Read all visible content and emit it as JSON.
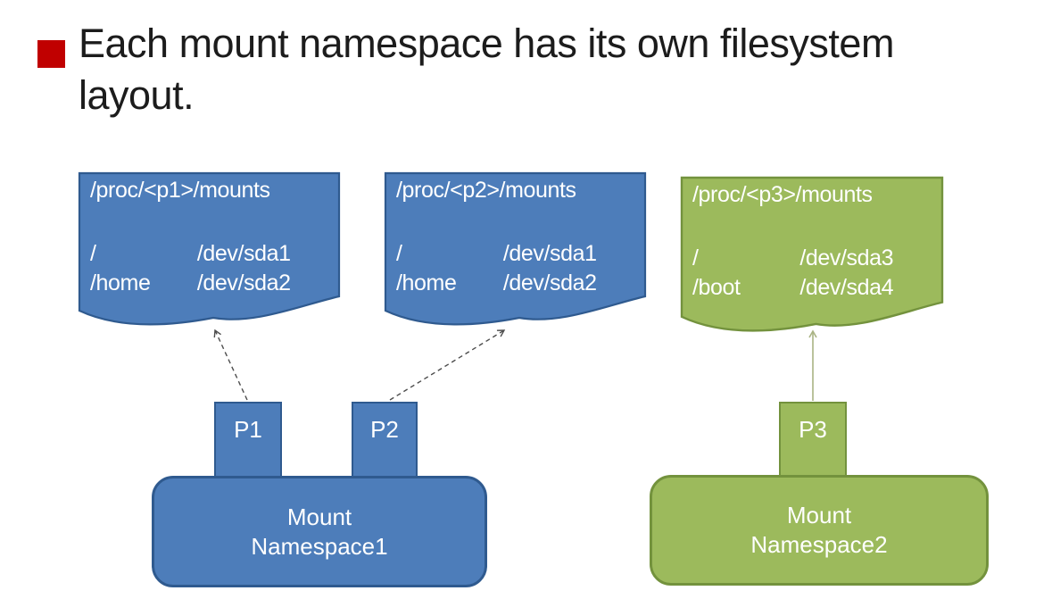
{
  "slide": {
    "title_lines": [
      "Each mount namespace has its own filesystem",
      "layout."
    ]
  },
  "colors": {
    "background": "#ffffff",
    "bullet": "#c00000",
    "title_text": "#1c1c1c",
    "blue_fill": "#4d7dba",
    "blue_border": "#2f5a8f",
    "green_fill": "#9cba5c",
    "green_border": "#73923d",
    "doc_text": "#ffffff",
    "arrow_dark": "#4d4d4d",
    "arrow_light": "#a9b383"
  },
  "documents": [
    {
      "title": "/proc/<p1>/mounts",
      "rows": [
        [
          "/",
          "/dev/sda1"
        ],
        [
          "/home",
          "/dev/sda2"
        ]
      ]
    },
    {
      "title": "/proc/<p2>/mounts",
      "rows": [
        [
          "/",
          "/dev/sda1"
        ],
        [
          "/home",
          "/dev/sda2"
        ]
      ]
    },
    {
      "title": "/proc/<p3>/mounts",
      "rows": [
        [
          "/",
          "/dev/sda3"
        ],
        [
          "/boot",
          "/dev/sda4"
        ]
      ]
    }
  ],
  "processes": [
    {
      "label": "P1"
    },
    {
      "label": "P2"
    },
    {
      "label": "P3"
    }
  ],
  "namespaces": [
    {
      "label_lines": [
        "Mount",
        "Namespace1"
      ]
    },
    {
      "label_lines": [
        "Mount",
        "Namespace2"
      ]
    }
  ]
}
